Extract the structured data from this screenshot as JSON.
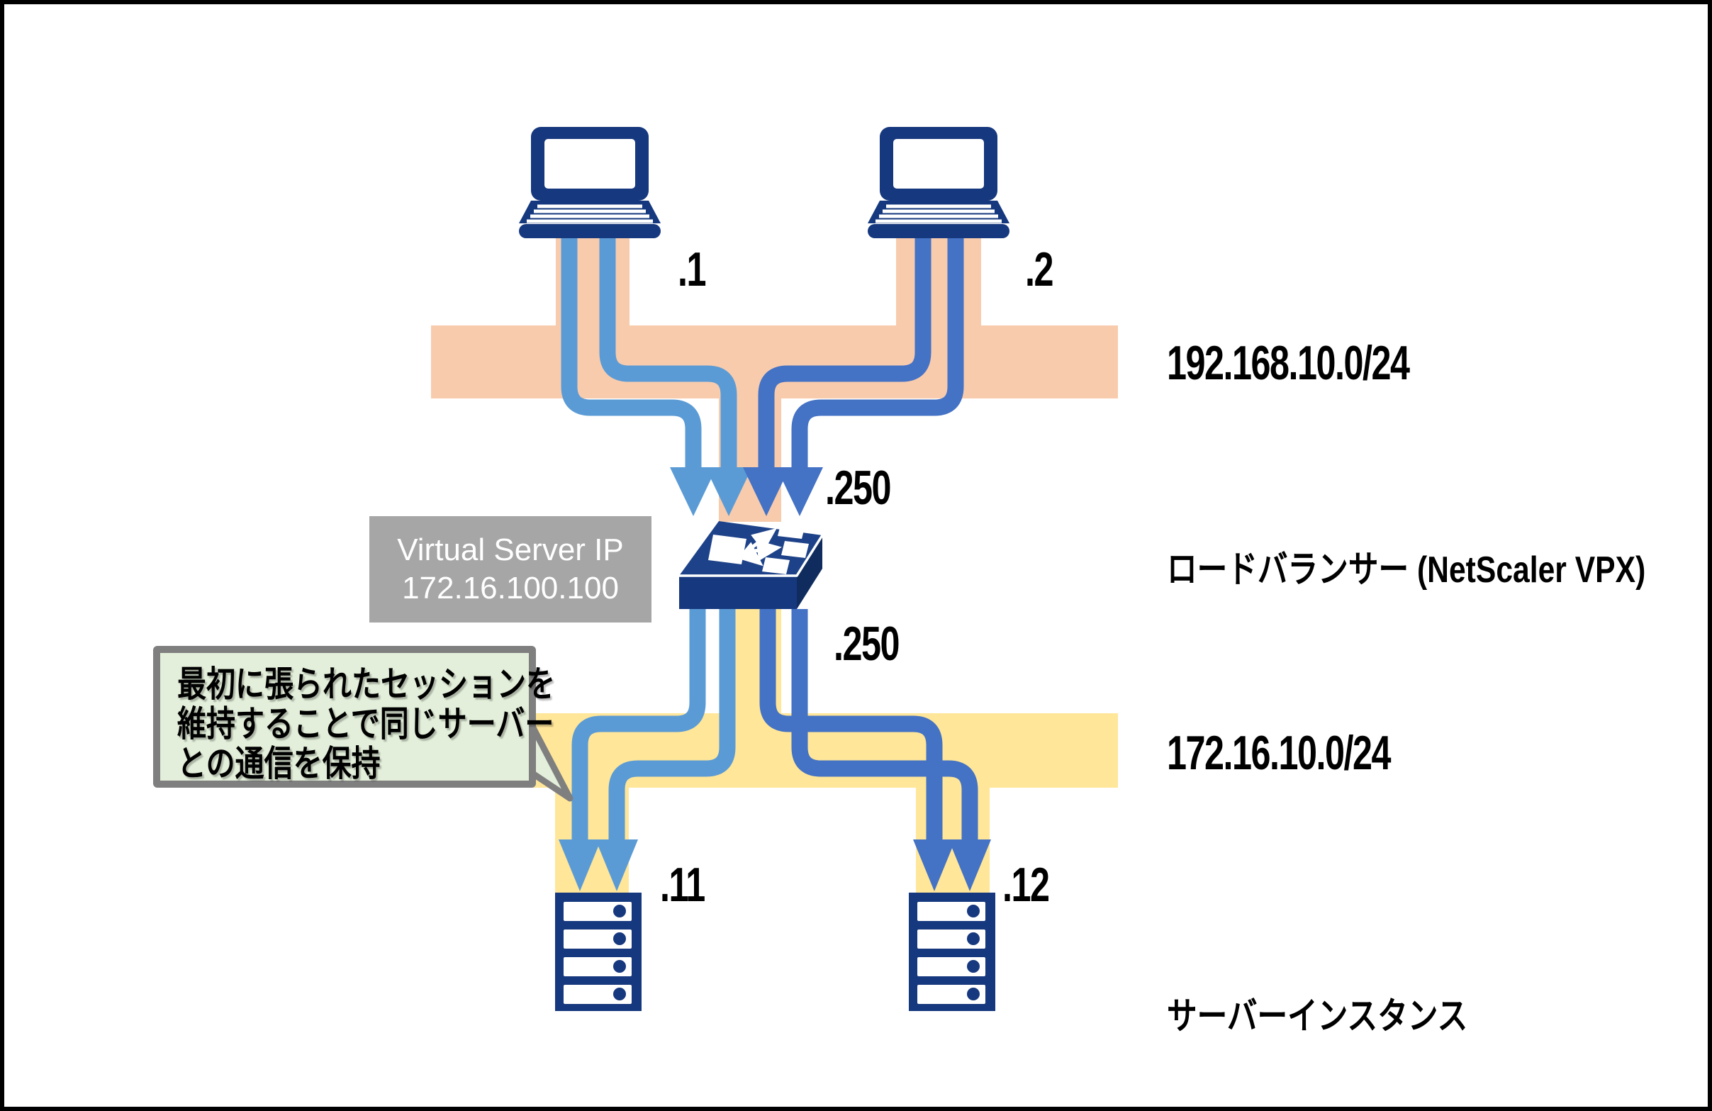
{
  "clients": {
    "items": [
      {
        "label": ".1"
      },
      {
        "label": ".2"
      }
    ]
  },
  "frontend_network": {
    "cidr": "192.168.10.0/24"
  },
  "load_balancer": {
    "name_label": "ロードバランサー (NetScaler VPX)",
    "frontend_ip": ".250",
    "backend_ip": ".250",
    "vip_box": {
      "title": "Virtual Server IP",
      "ip": "172.16.100.100"
    }
  },
  "backend_network": {
    "cidr": "172.16.10.0/24"
  },
  "servers": {
    "group_label": "サーバーインスタンス",
    "items": [
      {
        "label": ".11"
      },
      {
        "label": ".12"
      }
    ]
  },
  "callout": {
    "lines": [
      "最初に張られたセッションを",
      "維持することで同じサーバー",
      "との通信を保持"
    ]
  },
  "colors": {
    "peach": "#f8cbad",
    "yellow": "#ffe699",
    "blue_light": "#5b9bd5",
    "blue_mid": "#4472c4",
    "navy": "#16387e",
    "navy_top": "#1e4289",
    "navy_side": "#102c5f",
    "gray_box": "#a6a6a6",
    "callout_bg": "#e3efda",
    "callout_border": "#7f7f7f",
    "text": "#000000",
    "background": "#ffffff"
  }
}
